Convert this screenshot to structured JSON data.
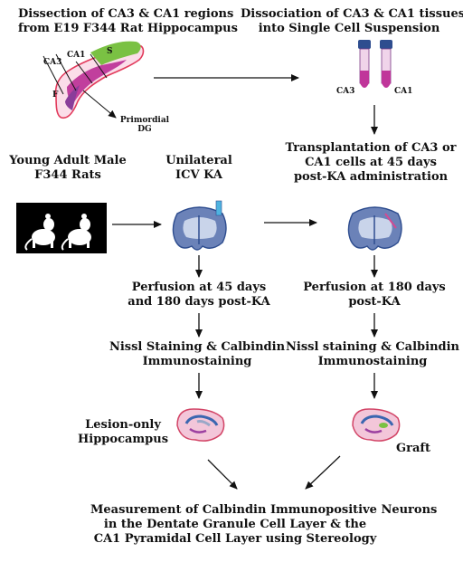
{
  "steps": {
    "dissection": {
      "line1": "Dissection of CA3 & CA1 regions",
      "line2": "from E19 F344 Rat Hippocampus"
    },
    "dissociation": {
      "line1": "Dissociation of CA3 & CA1 tissues",
      "line2": "into Single Cell Suspension"
    },
    "tube_ca3": "CA3",
    "tube_ca1": "CA1",
    "hippo_labels": {
      "ca3": "CA3",
      "ca1": "CA1",
      "s": "S",
      "f": "F"
    },
    "primordial_dg": {
      "line1": "Primordial",
      "line2": "DG"
    },
    "young_adult": {
      "line1": "Young Adult Male",
      "line2": "F344 Rats"
    },
    "unilateral": {
      "line1": "Unilateral",
      "line2": "ICV KA"
    },
    "transplantation": {
      "line1": "Transplantation of CA3 or",
      "line2": "CA1 cells at 45 days",
      "line3": "post-KA administration"
    },
    "perfusion_left": {
      "line1": "Perfusion at 45 days",
      "line2": "and 180 days post-KA"
    },
    "perfusion_right": {
      "line1": "Perfusion at 180 days",
      "line2": "post-KA"
    },
    "nissl_left": {
      "line1": "Nissl Staining & Calbindin",
      "line2": "Immunostaining"
    },
    "nissl_right": {
      "line1": "Nissl staining & Calbindin",
      "line2": "Immunostaining"
    },
    "lesion_only": {
      "line1": "Lesion-only",
      "line2": "Hippocampus"
    },
    "graft": "Graft",
    "measurement": {
      "line1": "Measurement of Calbindin Immunopositive Neurons",
      "line2": "in the Dentate Granule Cell Layer & the",
      "line3": "CA1 Pyramidal Cell Layer using Stereology"
    }
  },
  "colors": {
    "pink": "#e83e8c",
    "magenta": "#c0369a",
    "green": "#77c043",
    "navy": "#2e4d8f",
    "blue": "#3b66b0"
  }
}
